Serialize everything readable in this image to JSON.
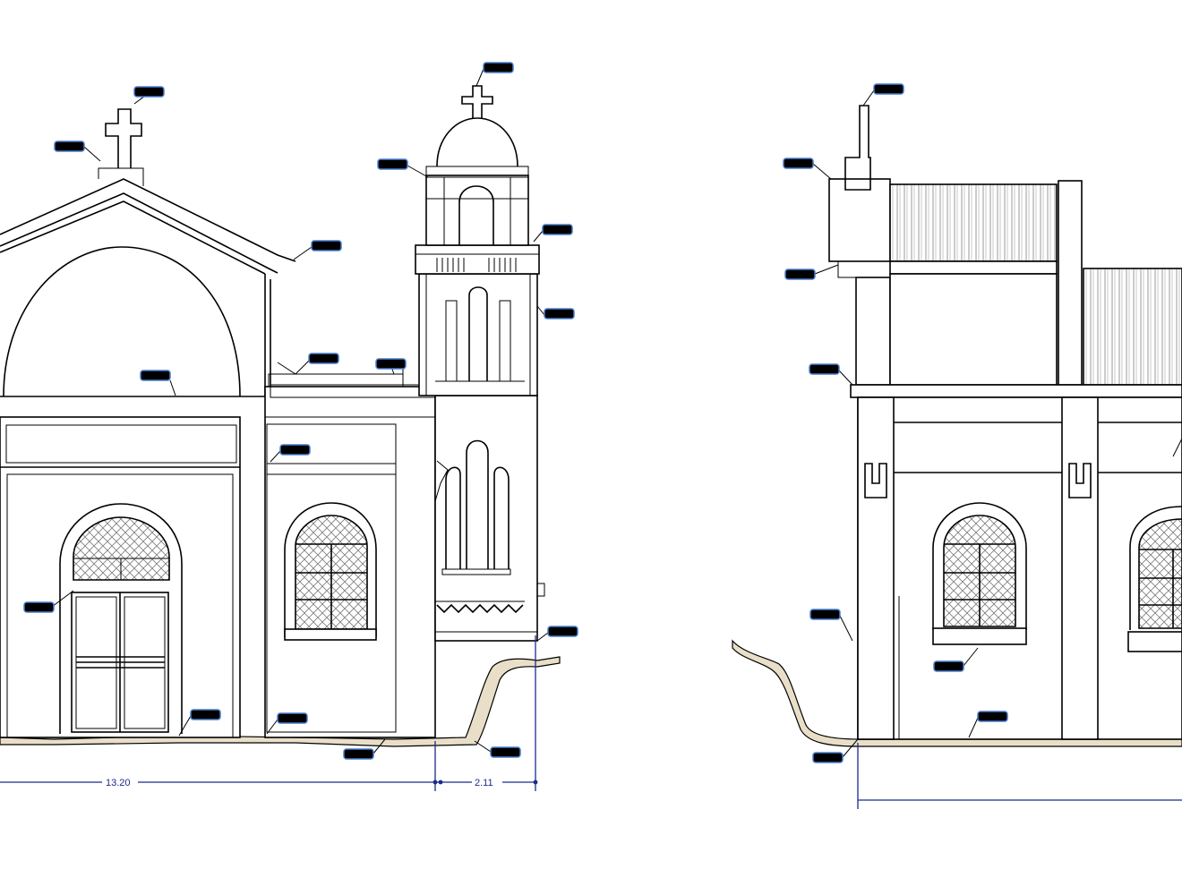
{
  "colors": {
    "line": "#000000",
    "dimension": "#1a2a8c",
    "ground_fill": "#e9dfc8",
    "tag_border": "#4a7fd0",
    "tag_fill": "#000000"
  },
  "dimensions": {
    "front_width": "13.20",
    "tower_width": "2.11"
  },
  "callout_count": 27
}
